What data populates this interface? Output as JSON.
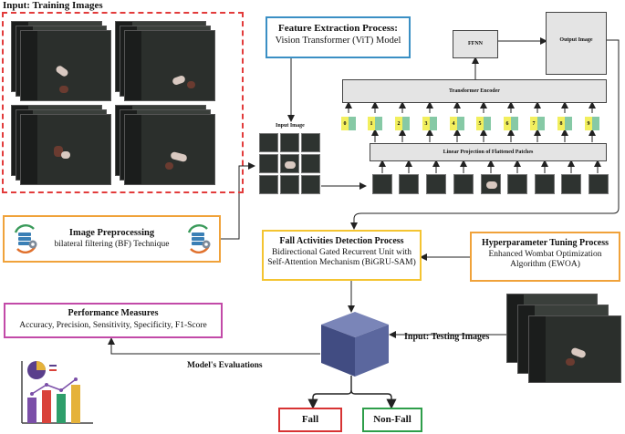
{
  "input_training": {
    "label": "Input: Training Images"
  },
  "feature_extraction": {
    "title": "Feature Extraction Process:",
    "subtitle": "Vision Transformer (ViT) Model"
  },
  "vit": {
    "input_image_label": "Input Image",
    "ffnn_label": "FFNN",
    "output_image_label": "Output Image",
    "encoder_label": "Transformer Encoder",
    "projection_label": "Linear Projection of Flattened Patches",
    "tokens": [
      "0",
      "1",
      "2",
      "3",
      "4",
      "5",
      "6",
      "7",
      "8",
      "9"
    ]
  },
  "preprocessing": {
    "title": "Image Preprocessing",
    "subtitle": "bilateral filtering (BF) Technique"
  },
  "detection": {
    "title": "Fall Activities Detection Process",
    "line1": "Bidirectional Gated Recurrent Unit with",
    "line2": "Self-Attention Mechanism (BiGRU-SAM)"
  },
  "tuning": {
    "title": "Hyperparameter Tuning Process",
    "line1": "Enhanced Wombat Optimization",
    "line2": "Algorithm (EWOA)"
  },
  "performance": {
    "title": "Performance Measures",
    "metrics": "Accuracy, Precision, Sensitivity, Specificity, F1-Score"
  },
  "evaluations_label": "Model's Evaluations",
  "testing_label": "Input: Testing Images",
  "outputs": {
    "fall": "Fall",
    "non_fall": "Non-Fall"
  },
  "colors": {
    "training_border": "#e23b3b",
    "feature_border": "#3a8fc4",
    "preprocess_border": "#f0a23a",
    "detection_border": "#f4c431",
    "tuning_border": "#f0a23a",
    "performance_border": "#c24aa8",
    "fall_border": "#d73333",
    "nonfall_border": "#2e9e4a",
    "cube": "#4d5a93"
  },
  "icons": [
    "database-gear-icon",
    "bar-chart-icon",
    "pie-chart-icon",
    "cube-icon"
  ]
}
